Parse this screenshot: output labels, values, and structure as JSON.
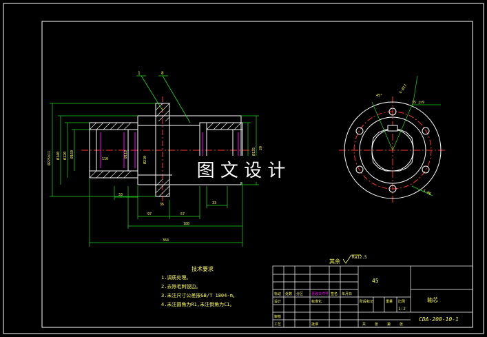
{
  "colors": {
    "background": "#000000",
    "outline": "#ffffff",
    "frame": "#22dd22",
    "dimension": "#22dd22",
    "text": "#ffff66",
    "centerline": "#ff3333",
    "hatch": "#ffffff",
    "magenta": "#ff00ff",
    "watermark_bg": "#000000",
    "watermark_text": "#ffffff"
  },
  "watermark": {
    "text": "图 文 设 计"
  },
  "part_labels": {
    "left": "1",
    "right": "8"
  },
  "front_dimensions": {
    "overall_height": "Ø225h11",
    "bore_dia": "Ø140",
    "inner_dia": "Ø120",
    "mid_dia": "Ø160",
    "len_110": "110",
    "hub_dia": "Ø118",
    "right_dia": "Ø135",
    "len_33a": "33",
    "len_33b": "33",
    "len_35": "35",
    "len_97": "97",
    "len_57": "57",
    "len_188": "188",
    "overall_len": "364",
    "flange_dia": "Ø210",
    "small_20": "20"
  },
  "side_dimensions": {
    "angle": "45°",
    "holes_top": "6-Ø17",
    "flatness": "35 js9",
    "holes_bottom": "5-M6"
  },
  "tech_requirements": {
    "title": "技术要求",
    "items": [
      "1.调质处理。",
      "2.去除毛刺锐边。",
      "3.未注尺寸公差按GB/T 1804-m。",
      "4.未注圆角为R1,未注倒角为C1。"
    ]
  },
  "roughness": {
    "label": "其余",
    "value": "Ra12.5"
  },
  "title_block": {
    "material": "45",
    "name": "轴芯",
    "drawing_no": "CDA-200-10-1",
    "scale": "1:2",
    "cells": {
      "r3": [
        "标记",
        "处数",
        "分区",
        "更改文件号",
        "签名",
        "年月日"
      ],
      "r4": [
        "设计",
        "",
        "标准化",
        "",
        "阶段标记",
        "重量",
        "比例"
      ],
      "r5": [
        "审核"
      ],
      "r6": [
        "工艺",
        "批准"
      ],
      "bottom": [
        "共",
        "张",
        "第",
        "张"
      ]
    }
  }
}
